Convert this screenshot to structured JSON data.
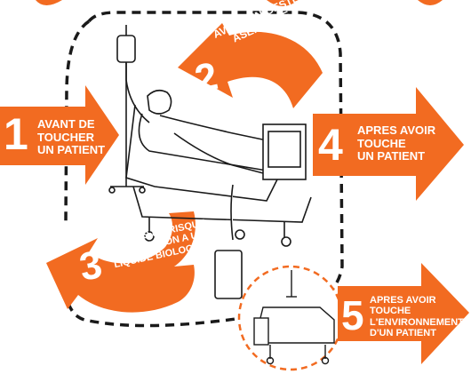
{
  "colors": {
    "accent": "#f26b21",
    "text_on_accent": "#ffffff",
    "line": "#1a1a1a"
  },
  "moments": [
    {
      "number": "1",
      "lines": [
        "AVANT DE",
        "TOUCHER",
        "UN PATIENT"
      ]
    },
    {
      "number": "2",
      "lines": [
        "AVANT UN GESTE",
        "ASEPTIQUE"
      ]
    },
    {
      "number": "3",
      "lines": [
        "APRES UN RISQUE",
        "D'EXPOSITION A UN",
        "LIQUIDE BIOLOGIQUE"
      ]
    },
    {
      "number": "4",
      "lines": [
        "APRES AVOIR",
        "TOUCHE",
        "UN PATIENT"
      ]
    },
    {
      "number": "5",
      "lines": [
        "APRES AVOIR",
        "TOUCHE",
        "L'ENVIRONNEMENT",
        "D'UN PATIENT"
      ]
    }
  ]
}
